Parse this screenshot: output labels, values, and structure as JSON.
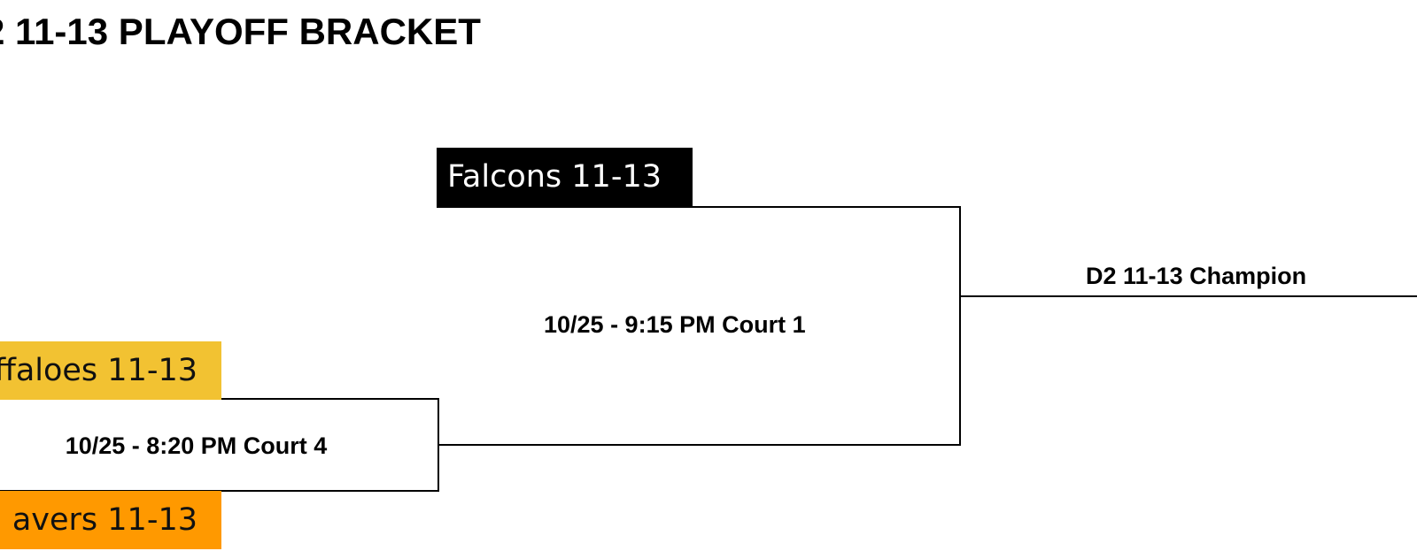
{
  "title": "2 11-13 PLAYOFF BRACKET",
  "colors": {
    "falcons_bg": "#000000",
    "buffaloes_bg": "#F2C232",
    "beavers_bg": "#FF9900",
    "line": "#000000"
  },
  "teams": {
    "falcons": "Falcons 11-13",
    "buffaloes": "ffaloes 11-13",
    "beavers": "avers 11-13"
  },
  "matches": {
    "round1": "10/25 - 8:20 PM Court 4",
    "round2": "10/25 - 9:15 PM Court 1",
    "champion": "D2 11-13 Champion"
  }
}
